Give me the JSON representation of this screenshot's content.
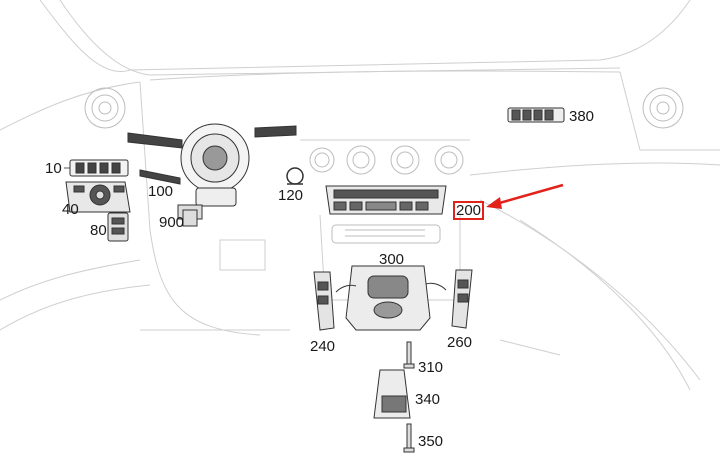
{
  "diagram": {
    "parts": [
      {
        "id": "p10",
        "label": "10"
      },
      {
        "id": "p40",
        "label": "40"
      },
      {
        "id": "p80",
        "label": "80"
      },
      {
        "id": "p100",
        "label": "100"
      },
      {
        "id": "p120",
        "label": "120"
      },
      {
        "id": "p200",
        "label": "200",
        "highlighted": true
      },
      {
        "id": "p240",
        "label": "240"
      },
      {
        "id": "p260",
        "label": "260"
      },
      {
        "id": "p300",
        "label": "300"
      },
      {
        "id": "p310",
        "label": "310"
      },
      {
        "id": "p340",
        "label": "340"
      },
      {
        "id": "p350",
        "label": "350"
      },
      {
        "id": "p380",
        "label": "380"
      },
      {
        "id": "p900",
        "label": "900"
      }
    ]
  },
  "colors": {
    "line_art": "#c9c9c9",
    "part_ink": "#333333",
    "label_text": "#1a1a1a",
    "highlight": "#e3231b"
  }
}
